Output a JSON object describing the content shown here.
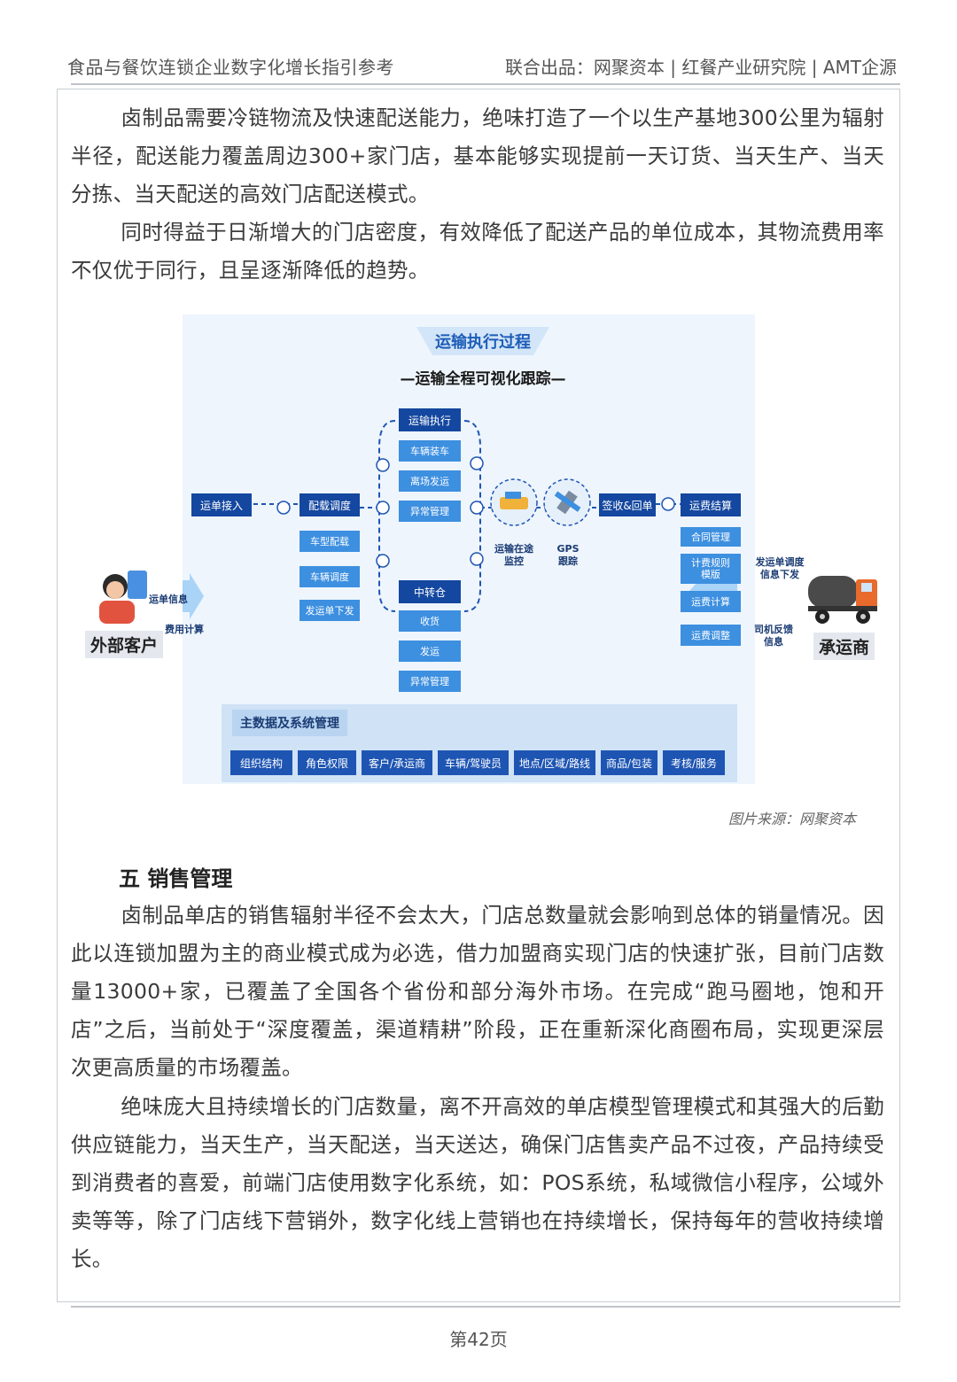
{
  "header": {
    "left": "食品与餐饮连锁企业数字化增长指引参考",
    "right": "联合出品：网聚资本 | 红餐产业研究院 | AMT企源"
  },
  "paragraphs_top": [
    "卤制品需要冷链物流及快速配送能力，绝味打造了一个以生产基地300公里为辐射半径，配送能力覆盖周边300+家门店，基本能够实现提前一天订货、当天生产、当天分拣、当天配送的高效门店配送模式。",
    "同时得益于日渐增大的门店密度，有效降低了配送产品的单位成本，其物流费用率不仅优于同行，且呈逐渐降低的趋势。"
  ],
  "diagram": {
    "title": "运输执行过程",
    "subtitle": "—运输全程可视化跟踪—",
    "order_intake": "运单接入",
    "dispatch": "配载调度",
    "dispatch_items": [
      "车型配载",
      "车辆调度",
      "发运单下发"
    ],
    "exec_title": "运输执行",
    "exec_items": [
      "车辆装车",
      "离场发运",
      "异常管理"
    ],
    "transfer_title": "中转仓",
    "transfer_items": [
      "收货",
      "发运",
      "异常管理"
    ],
    "monitor_label": "运输在途\n监控",
    "gps_label": "GPS\n跟踪",
    "sign": "签收&回单",
    "settle_title": "运费结算",
    "settle_items": [
      "合同管理",
      "计费规则\n模版",
      "运费计算",
      "运费调整"
    ],
    "customer_label": "外部客户",
    "customer_tag_1": "运单信息",
    "customer_tag_2": "费用计算",
    "carrier_label": "承运商",
    "carrier_tag_1": "发运单调度\n信息下发",
    "carrier_tag_2": "司机反馈\n信息",
    "master_title": "主数据及系统管理",
    "master_items": [
      "组织结构",
      "角色权限",
      "客户/承运商",
      "车辆/驾驶员",
      "地点/区域/路线",
      "商品/包装",
      "考核/服务"
    ]
  },
  "caption": "图片来源：网聚资本",
  "section_title": "五  销售管理",
  "paragraphs_bottom": [
    "卤制品单店的销售辐射半径不会太大，门店总数量就会影响到总体的销量情况。因此以连锁加盟为主的商业模式成为必选，借力加盟商实现门店的快速扩张，目前门店数量13000+家，已覆盖了全国各个省份和部分海外市场。在完成“跑马圈地，饱和开店”之后，当前处于“深度覆盖，渠道精耕”阶段，正在重新深化商圈布局，实现更深层次更高质量的市场覆盖。",
    "绝味庞大且持续增长的门店数量，离不开高效的单店模型管理模式和其强大的后勤供应链能力，当天生产，当天配送，当天送达，确保门店售卖产品不过夜，产品持续受到消费者的喜爱，前端门店使用数字化系统，如：POS系统，私域微信小程序，公域外卖等等，除了门店线下营销外，数字化线上营销也在持续增长，保持每年的营收持续增长。"
  ],
  "page_number": "第42页"
}
